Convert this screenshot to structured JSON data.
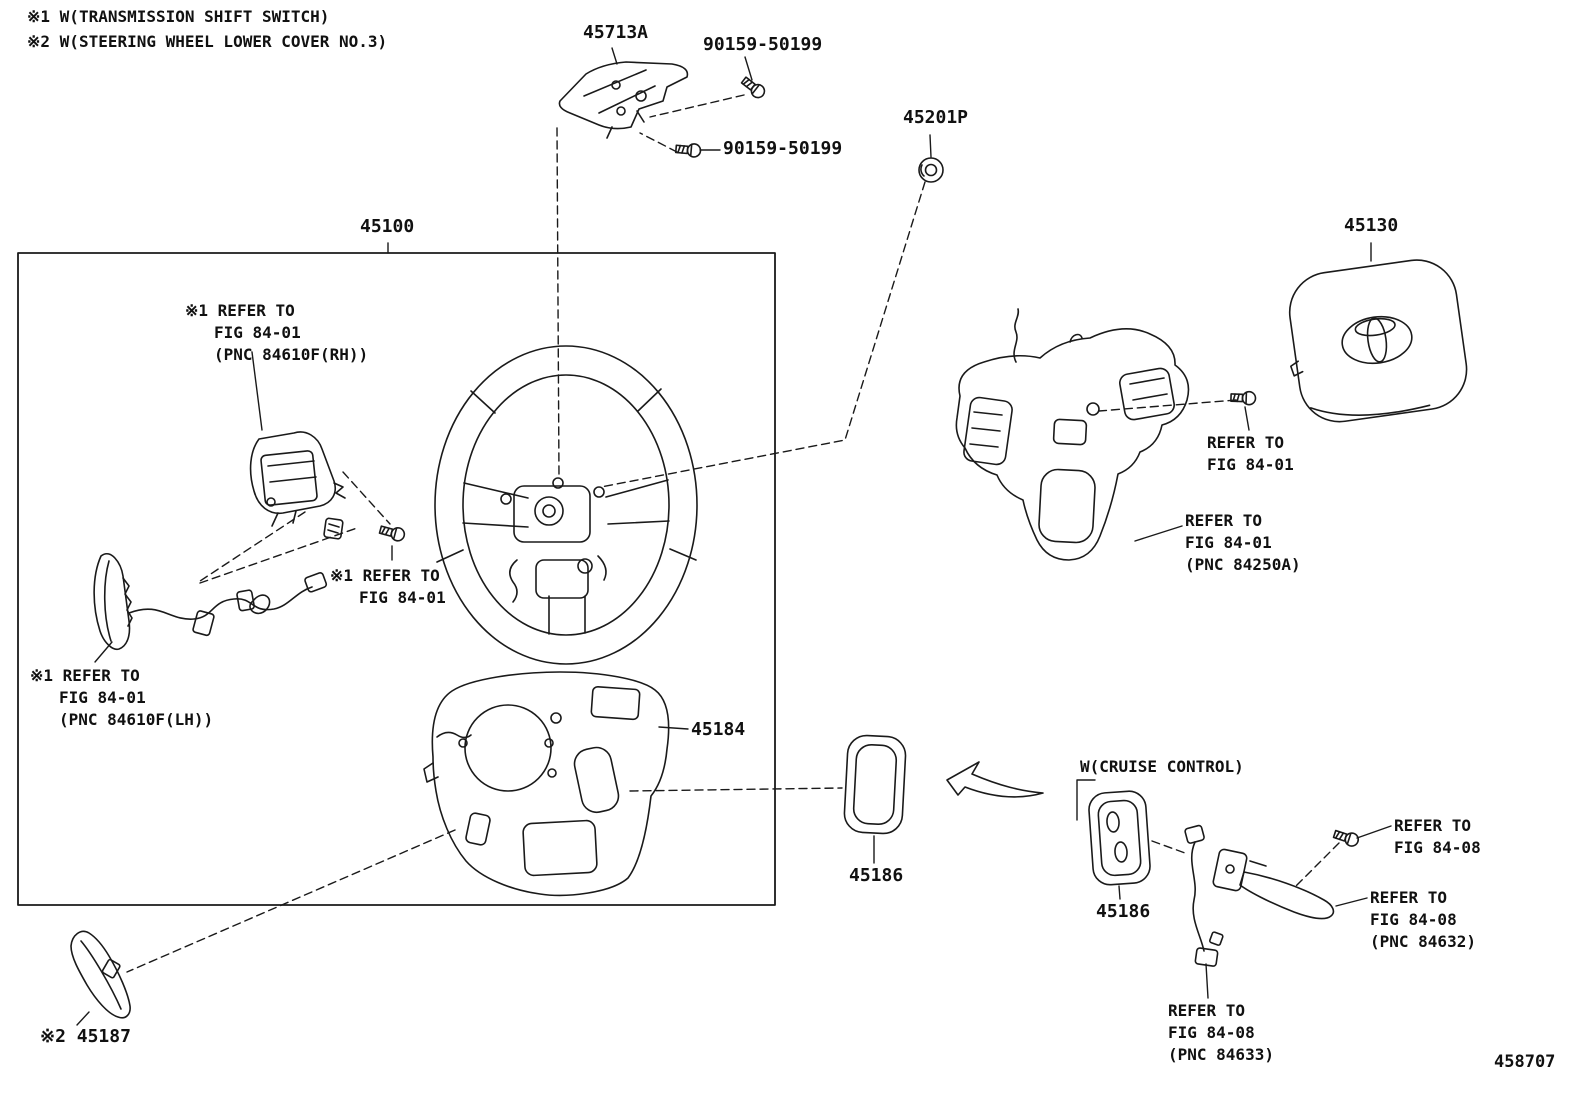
{
  "header_notes": {
    "line1": "※1 W(TRANSMISSION SHIFT SWITCH)",
    "line2": "※2 W(STEERING WHEEL LOWER COVER NO.3)"
  },
  "part_labels": {
    "p45713A": "45713A",
    "screw_top": "90159-50199",
    "screw_mid": "90159-50199",
    "p45201P": "45201P",
    "p45100": "45100",
    "p45130": "45130",
    "p45184": "45184",
    "p45186_a": "45186",
    "p45186_b": "45186",
    "p45187": "※2 45187"
  },
  "group_notes": {
    "cruise": "W(CRUISE CONTROL)"
  },
  "references": {
    "rh_paddle": {
      "l1": "※1 REFER TO",
      "l2": "FIG 84-01",
      "l3": "(PNC 84610F(RH))"
    },
    "center_screw": {
      "l1": "※1 REFER TO",
      "l2": "FIG 84-01"
    },
    "lh_paddle": {
      "l1": "※1 REFER TO",
      "l2": "FIG 84-01",
      "l3": "(PNC 84610F(LH))"
    },
    "switch_screw": {
      "l1": "REFER TO",
      "l2": "FIG 84-01"
    },
    "switch_body": {
      "l1": "REFER TO",
      "l2": "FIG 84-01",
      "l3": "(PNC 84250A)"
    },
    "cruise_screw": {
      "l1": "REFER TO",
      "l2": "FIG 84-08"
    },
    "cruise_lever": {
      "l1": "REFER TO",
      "l2": "FIG 84-08",
      "l3": "(PNC 84632)"
    },
    "cruise_wire": {
      "l1": "REFER TO",
      "l2": "FIG 84-08",
      "l3": "(PNC 84633)"
    }
  },
  "footer": {
    "diagram_number": "458707"
  },
  "colors": {
    "line": "#1a1a1a",
    "text": "#111111",
    "background": "#ffffff"
  }
}
